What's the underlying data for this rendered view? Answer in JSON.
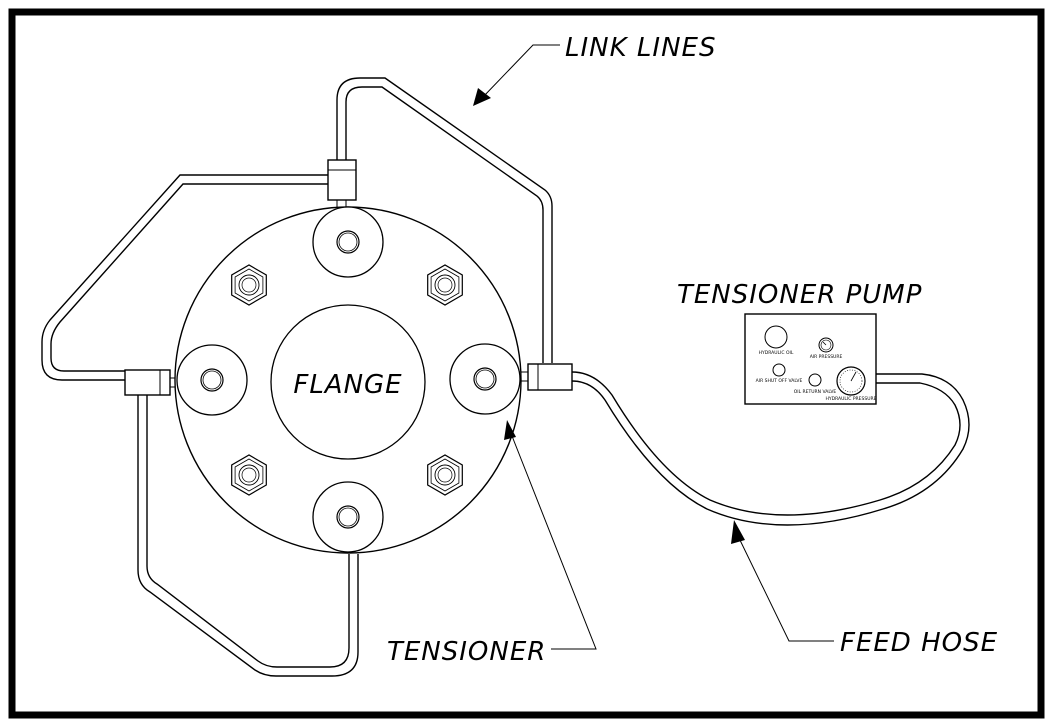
{
  "labels": {
    "flange": "FLANGE",
    "tensioner": "TENSIONER",
    "link_lines": "LINK  LINES",
    "feed_hose": "FEED  HOSE",
    "tensioner_pump": "TENSIONER  PUMP"
  },
  "pump_panel": {
    "hydraulic_oil": "HYDRAULIC OIL",
    "air_pressure": "AIR PRESSURE",
    "air_shut_off_valve": "AIR SHUT OFF VALVE",
    "oil_return_valve": "OIL RETURN VALVE",
    "hydraulic_pressure": "HYDRAULIC PRESSURE"
  }
}
